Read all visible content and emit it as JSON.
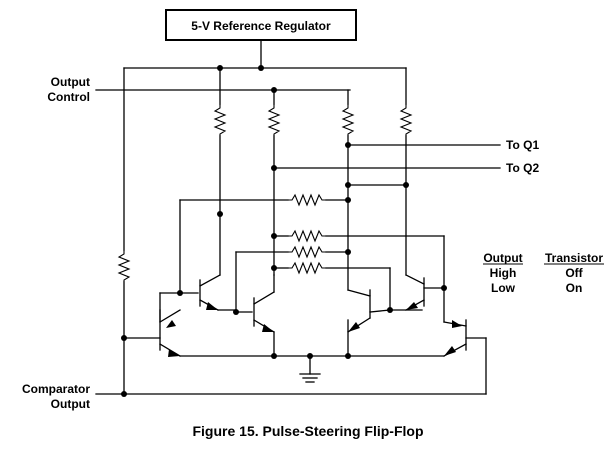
{
  "regulator_label": "5-V Reference Regulator",
  "labels": {
    "output_control_line1": "Output",
    "output_control_line2": "Control",
    "to_q1": "To Q1",
    "to_q2": "To Q2",
    "comparator_line1": "Comparator",
    "comparator_line2": "Output"
  },
  "table": {
    "col1_header": "Output",
    "col2_header": "Transistor",
    "rows": [
      {
        "output": "High",
        "transistor": "Off"
      },
      {
        "output": "Low",
        "transistor": "On"
      }
    ]
  },
  "caption": "Figure 15. Pulse-Steering Flip-Flop",
  "colors": {
    "ink": "#000000",
    "background": "#ffffff"
  }
}
